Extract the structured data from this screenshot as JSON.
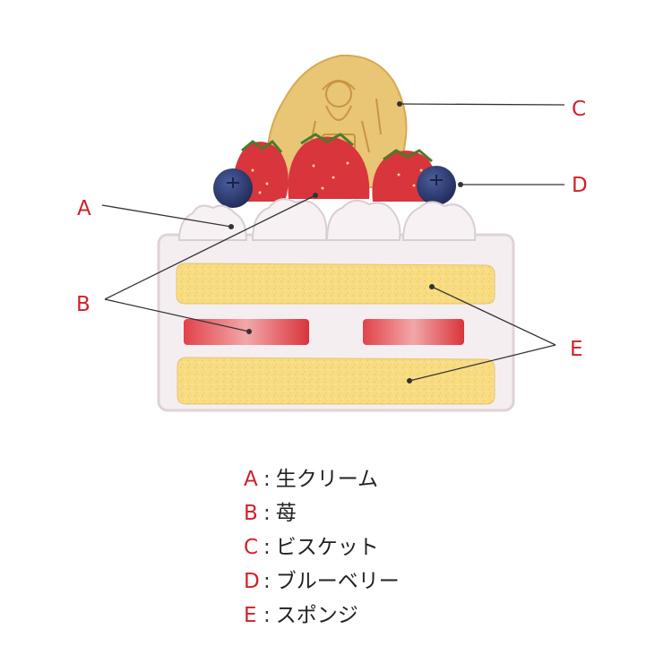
{
  "colors": {
    "accent_red": "#d0202a",
    "cream": "#f5eef1",
    "cream_outline": "#ddd3d8",
    "sponge": "#f8dc82",
    "strawberry": "#d8353d",
    "blueberry": "#2f3f78",
    "biscuit": "#e9c576"
  },
  "callouts": {
    "A": "A",
    "B": "B",
    "C": "C",
    "D": "D",
    "E": "E"
  },
  "legend": [
    {
      "key": "A",
      "text": "生クリーム"
    },
    {
      "key": "B",
      "text": "苺"
    },
    {
      "key": "C",
      "text": "ビスケット"
    },
    {
      "key": "D",
      "text": "ブルーベリー"
    },
    {
      "key": "E",
      "text": "スポンジ"
    }
  ]
}
